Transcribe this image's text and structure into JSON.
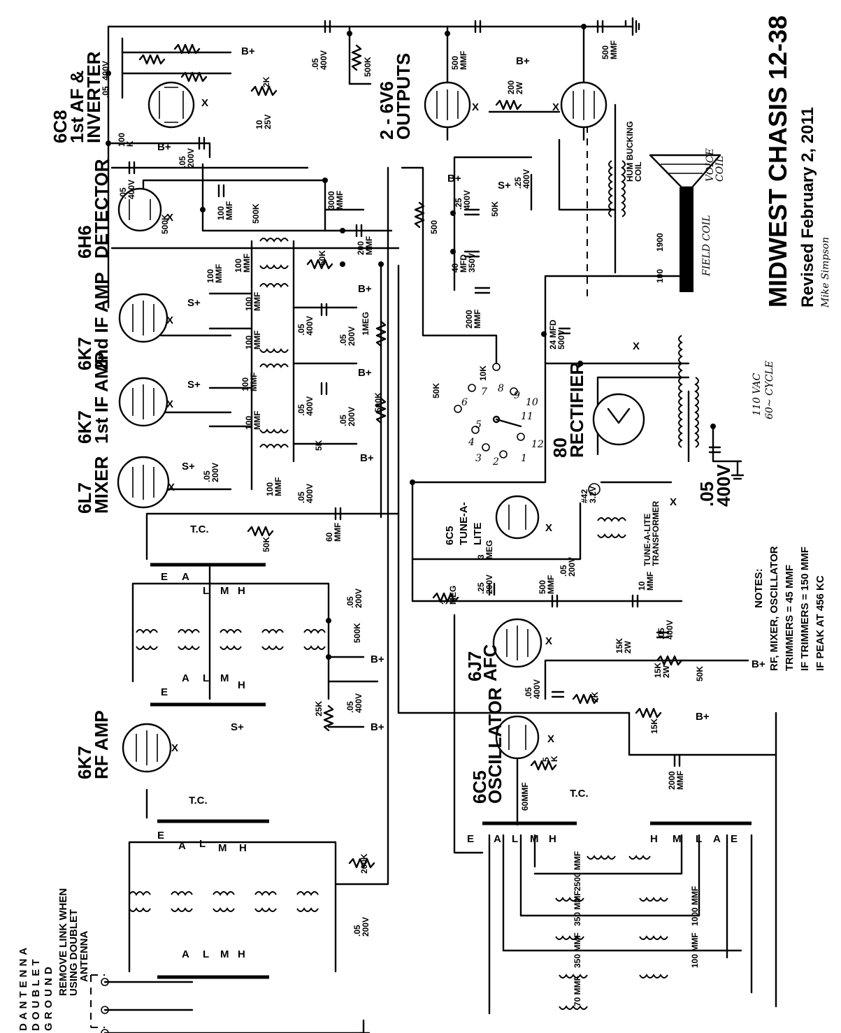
{
  "title": "MIDWEST CHASIS 12-38",
  "revised": "Revised February 2, 2011",
  "author": "Mike Simpson",
  "notes": {
    "heading": "NOTES:",
    "lines": [
      "RF, MIXER, OSCILLATOR",
      "TRIMMERS = 45 MMF",
      "IF TRIMMERS = 150 MMF",
      "IF PEAK AT 456 KC"
    ]
  },
  "tubes": {
    "inverter": [
      "6C8",
      "1st AF &",
      "INVERTER"
    ],
    "detector": [
      "6H6",
      "DETECTOR"
    ],
    "if2": [
      "6K7",
      "2nd IF AMP"
    ],
    "if1": [
      "6K7",
      "1st IF AMP"
    ],
    "mixer": [
      "6L7",
      "MIXER"
    ],
    "rf": [
      "6K7",
      "RF AMP"
    ],
    "outputs": [
      "2 - 6V6",
      "OUTPUTS"
    ],
    "rectifier": [
      "80",
      "RECTIFIER"
    ],
    "tunealite": [
      "6C5",
      "TUNE-A-",
      "LITE"
    ],
    "afc": [
      "6J7",
      "AFC"
    ],
    "oscillator": [
      "6C5",
      "OSCILLATOR"
    ]
  },
  "antenna": {
    "note": [
      "REMOVE LINK WHEN",
      "USING DOUBLET",
      "ANTENNA"
    ],
    "terminals": [
      "DANTENNA",
      "DOUBLET",
      "GROUND"
    ]
  },
  "band_letters": [
    "E",
    "A",
    "L",
    "M",
    "H"
  ],
  "speaker": {
    "hum": [
      "HUM BUCKING",
      "COIL"
    ],
    "voice": [
      "VOICE",
      "COIL"
    ],
    "field": "FIELD COIL",
    "r1900": "1900",
    "r100": "100"
  },
  "power": {
    "mains": "110 VAC",
    "cycle": "60~ CYCLE",
    "cap_value": ".05",
    "cap_volt": "400V",
    "cap24": [
      "24 MFD",
      "500V"
    ]
  },
  "lamp": [
    "#42",
    "3.2V"
  ],
  "tunealite_xfmr": [
    "TUNE-A-LITE",
    "TRANSFORMER"
  ],
  "switch_numbers": [
    "1",
    "2",
    "3",
    "4",
    "5",
    "6",
    "7",
    "8",
    "9",
    "10",
    "11",
    "12"
  ],
  "switch_resistors": [
    "50K",
    "10K"
  ],
  "symbols": {
    "bplus": "B+",
    "splus": "S+",
    "x": "X",
    "tc": "T.C."
  },
  "values": {
    "c_05_400v": [
      ".05",
      "400V"
    ],
    "c_05_200v": [
      ".05",
      "200V"
    ],
    "c_25_400v": [
      ".25",
      "400V"
    ],
    "c_25_200v": [
      ".25",
      "200V"
    ],
    "r500k": "500K",
    "r500kv": [
      "5",
      "0",
      "0",
      "K"
    ],
    "r100kv": [
      "1",
      "0",
      "0",
      "K"
    ],
    "r25kv": [
      "2",
      "5",
      "K"
    ],
    "r2k": "2K",
    "c10_25v": [
      "10",
      "25V"
    ],
    "r3meg": [
      "3",
      "M",
      "E",
      "G"
    ],
    "r3meg_h": [
      "3",
      "MEG"
    ],
    "r100k": [
      "100",
      "K"
    ],
    "c500mmf": [
      "500",
      "MMF"
    ],
    "r200_2w": [
      "200",
      "2W"
    ],
    "c100mmf": [
      "100",
      "MMF"
    ],
    "c3000mmf": [
      "3000",
      "MMF"
    ],
    "c200mmf": [
      "200",
      "MMF"
    ],
    "r500": "500",
    "r50k": "50K",
    "c40mfd": [
      "40",
      "MFD",
      "350V"
    ],
    "c2000mmf": [
      "2000",
      "MMF"
    ],
    "r1meg": "1MEG",
    "r5k": "5K",
    "c60mmf": [
      "60",
      "MMF"
    ],
    "c10mmf": [
      "10",
      "MMF"
    ],
    "r15k_2w": [
      "15K",
      "2W"
    ],
    "r15k": "15K",
    "r2k_afc": "2K",
    "r50kv": [
      "5",
      "0",
      "K"
    ],
    "r25k": "25K",
    "r200k": "200K",
    "c60mmf_osc": "60MMF",
    "osc_caps": [
      "2500 MMF",
      "350 MMF",
      "350 MMF",
      "70 MMF",
      "1000 MMF",
      "100 MMF"
    ]
  }
}
